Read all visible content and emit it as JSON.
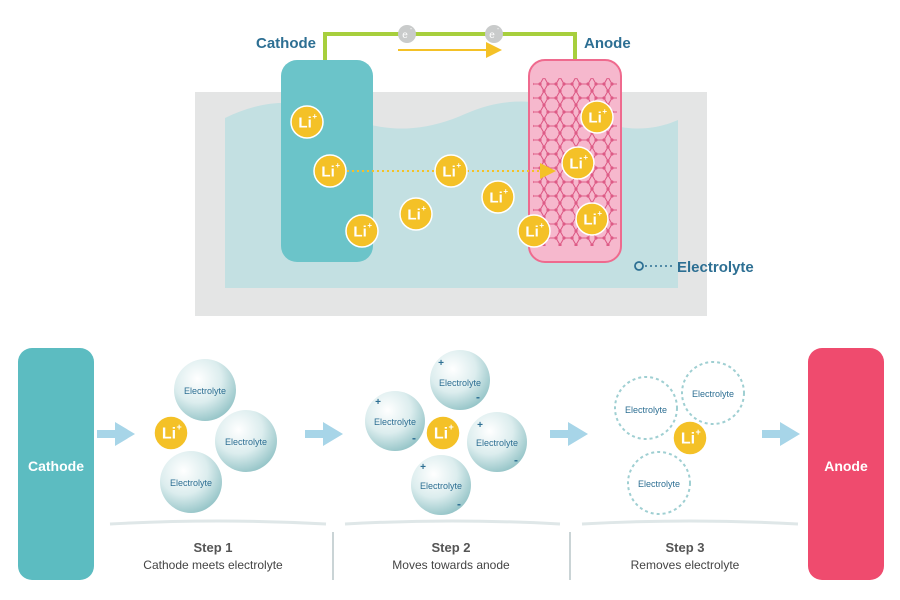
{
  "top": {
    "cathode_label": "Cathode",
    "anode_label": "Anode",
    "electron_symbol": "e",
    "electron_charge": "-",
    "ion_symbol": "Li",
    "ion_charge": "+",
    "electrolyte_label": "Electrolyte"
  },
  "bottom": {
    "cathode_label": "Cathode",
    "anode_label": "Anode",
    "electrolyte_word": "Electrolyte",
    "ion_symbol": "Li",
    "ion_charge": "+",
    "plus_sign": "+",
    "minus_sign": "-",
    "steps": [
      {
        "title": "Step 1",
        "caption": "Cathode meets electrolyte"
      },
      {
        "title": "Step 2",
        "caption": "Moves towards anode"
      },
      {
        "title": "Step 3",
        "caption": "Removes electrolyte"
      }
    ]
  },
  "colors": {
    "cathode": "#6bc4c9",
    "anode_top": "#f6b8cd",
    "anode_bottom": "#ef4b6e",
    "ion": "#f4c127",
    "electrolyte_fill": "#c3e0e2",
    "label_blue": "#2d6f93",
    "wire": "#a7cf3d",
    "arrow": "#a7d5e8"
  }
}
